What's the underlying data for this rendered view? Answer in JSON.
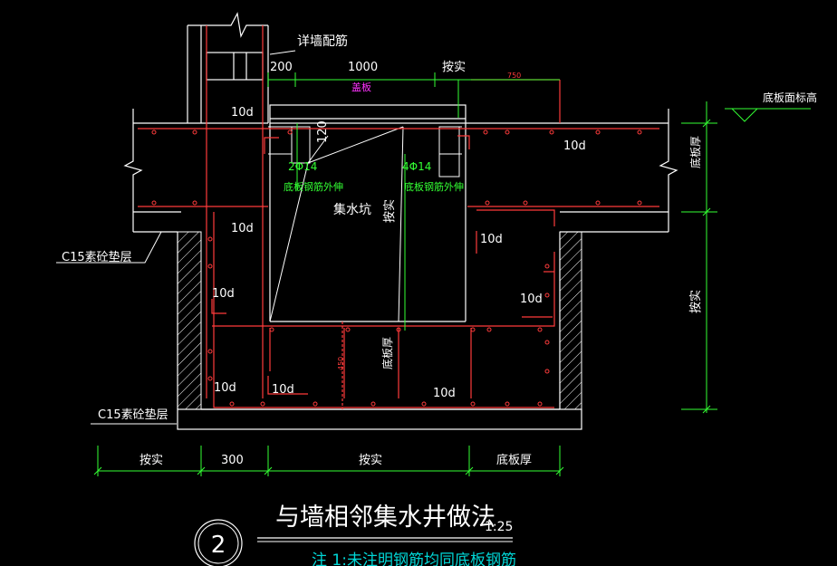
{
  "title": "与墙相邻集水井做法",
  "scale": "1:25",
  "detail_no": "2",
  "note": "注  1:未注明钢筋均同底板钢筋",
  "labels": {
    "wall_rebar": "详墙配筋",
    "top_elev": "底板面标高",
    "plate": "盖板",
    "pit": "集水坑",
    "cushion_top": "C15素砼垫层",
    "cushion_bottom": "C15素砼垫层",
    "rebar_left": "2Φ14",
    "rebar_right": "4Φ14",
    "extend_left": "底板钢筋外伸",
    "extend_right": "底板钢筋外伸",
    "as_real_v1": "按实",
    "as_real_v2": "按实",
    "slab_thick_v1": "底板厚",
    "slab_thick_v2": "底板厚"
  },
  "dims": {
    "d200": "200",
    "d1000": "1000",
    "as_real_top": "按实",
    "d750": "750",
    "d120": "120",
    "d450": "450",
    "bottom": [
      "按实",
      "300",
      "按实",
      "底板厚"
    ]
  },
  "anchors": {
    "a1": "10d",
    "a2": "10d",
    "a3": "10d",
    "a4": "10d",
    "a5": "10d",
    "a6": "10d",
    "a7": "10d",
    "a8": "10d",
    "a9": "10d"
  },
  "colors": {
    "structure": "#ffffff",
    "rebar": "#ff3b3b",
    "dimension": "#33ff33",
    "highlight": "#ff33ff",
    "note": "#00d8d8"
  }
}
